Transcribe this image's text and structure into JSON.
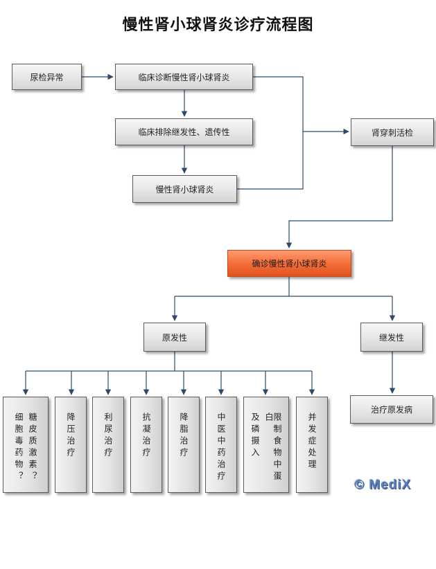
{
  "title": "慢性肾小球肾炎诊疗流程图",
  "nodes": {
    "urine": "尿检异常",
    "clinical_dx": "临床诊断慢性肾小球肾炎",
    "exclude": "临床排除继发性、遗传性",
    "chronic": "慢性肾小球肾炎",
    "biopsy": "肾穿刺活检",
    "confirm": "确诊慢性肾小球肾炎",
    "primary": "原发性",
    "secondary": "继发性",
    "treat_primary_disease": "治疗原发病"
  },
  "treatments": [
    {
      "col1": "糖皮质激素？",
      "col2": "细胞毒药物？"
    },
    {
      "col1": "降压治疗"
    },
    {
      "col1": "利尿治疗"
    },
    {
      "col1": "抗凝治疗"
    },
    {
      "col1": "降脂治疗"
    },
    {
      "col1": "中医中药治疗"
    },
    {
      "col1": "限制食物中蛋白",
      "col2": "及磷摄入"
    },
    {
      "col1": "并发症处理"
    }
  ],
  "logo": "© MediX",
  "colors": {
    "accent": "#f26a35",
    "line": "#2e4a6b",
    "box": "#e6e6e6"
  }
}
